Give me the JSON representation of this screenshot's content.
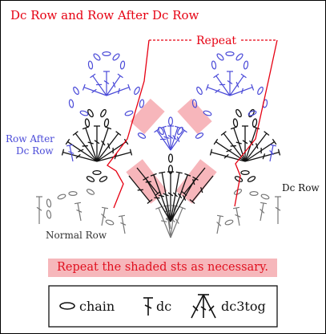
{
  "title": "Dc Row and Row After Dc Row",
  "labels": {
    "repeat": "Repeat",
    "row_after_line1": "Row After",
    "row_after_line2": "Dc Row",
    "dc_row": "Dc Row",
    "normal_row": "Normal Row"
  },
  "note": "Repeat the shaded sts as necessary.",
  "legend": {
    "chain_label": "chain",
    "dc_label": "dc",
    "dc3tog_label": "dc3tog"
  },
  "colors": {
    "title": "#e60012",
    "row_after_blue": "#4a4ad8",
    "dc_row_black": "#111111",
    "normal_row_gray": "#777777",
    "shade_pink": "#f6b7bb",
    "repeat_line": "#e60012"
  }
}
